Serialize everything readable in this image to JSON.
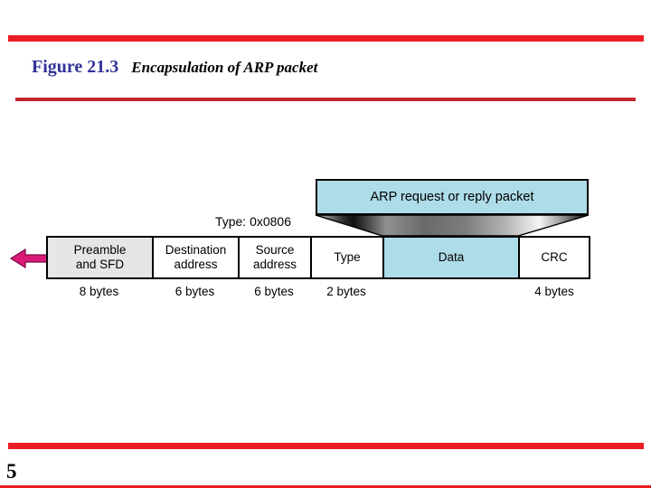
{
  "header": {
    "figure_label": "Figure 21.3",
    "figure_caption": "Encapsulation of ARP packet"
  },
  "footer": {
    "page_number": "5"
  },
  "diagram": {
    "arp_packet_label": "ARP request or reply packet",
    "type_annotation": "Type: 0x0806",
    "fields": [
      {
        "name": "Preamble\nand SFD",
        "size": "8 bytes"
      },
      {
        "name": "Destination\naddress",
        "size": "6 bytes"
      },
      {
        "name": "Source\naddress",
        "size": "6 bytes"
      },
      {
        "name": "Type",
        "size": "2 bytes"
      },
      {
        "name": "Data",
        "size": ""
      },
      {
        "name": "CRC",
        "size": "4 bytes"
      }
    ]
  },
  "colors": {
    "accent_red": "#EC1C24",
    "divider_red": "#C0272D",
    "title_blue": "#333399",
    "packet_blue": "#AEDCE8",
    "field_gray": "#E6E6E6",
    "arrow_pink": "#D91A77"
  }
}
